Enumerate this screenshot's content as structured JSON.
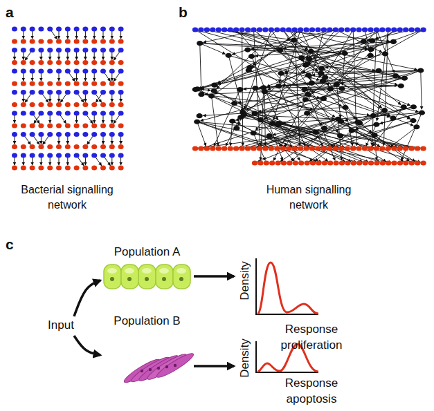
{
  "diagram": {
    "nodes": [
      {
        "text": [
          "Input"
        ]
      },
      {
        "text": [
          "Population A"
        ]
      },
      {
        "text": [
          "Population B"
        ]
      },
      {
        "text": [
          "Density",
          "Response proliferation"
        ]
      },
      {
        "text": [
          "Density",
          "Response apoptosis"
        ]
      }
    ],
    "edges": [
      {
        "from": 0,
        "to": 1,
        "arrow": "to"
      },
      {
        "from": 0,
        "to": 2,
        "arrow": "to"
      },
      {
        "from": 1,
        "to": 3,
        "arrow": "to"
      },
      {
        "from": 2,
        "to": 4,
        "arrow": "to"
      }
    ],
    "labels": [
      "a",
      "b",
      "c",
      "Bacterial signalling network",
      "Human signalling network"
    ]
  }
}
